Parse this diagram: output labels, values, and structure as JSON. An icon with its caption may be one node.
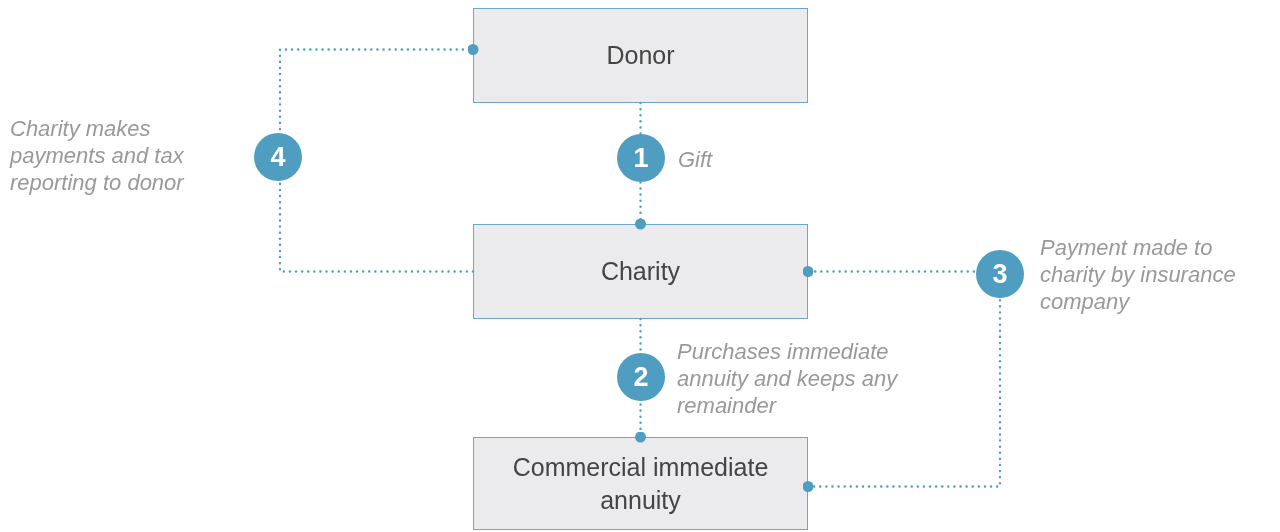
{
  "diagram": {
    "nodes": [
      {
        "text": [
          "Donor"
        ]
      },
      {
        "text": [
          "Charity"
        ]
      },
      {
        "text": [
          "Commercial immediate annuity"
        ]
      }
    ],
    "edges": [
      {
        "from": 0,
        "to": 1,
        "arrow": "other",
        "label": "1"
      },
      {
        "from": 1,
        "to": 2,
        "arrow": "other",
        "label": "2"
      },
      {
        "from": 2,
        "to": 1,
        "arrow": "other",
        "label": "3"
      },
      {
        "from": 1,
        "to": 0,
        "arrow": "other",
        "label": "4"
      }
    ],
    "labels": [
      "Charity makes payments and tax reporting to donor",
      "Gift",
      "Payment made to charity by insurance company",
      "Purchases immediate annuity and keeps any remainder"
    ]
  }
}
